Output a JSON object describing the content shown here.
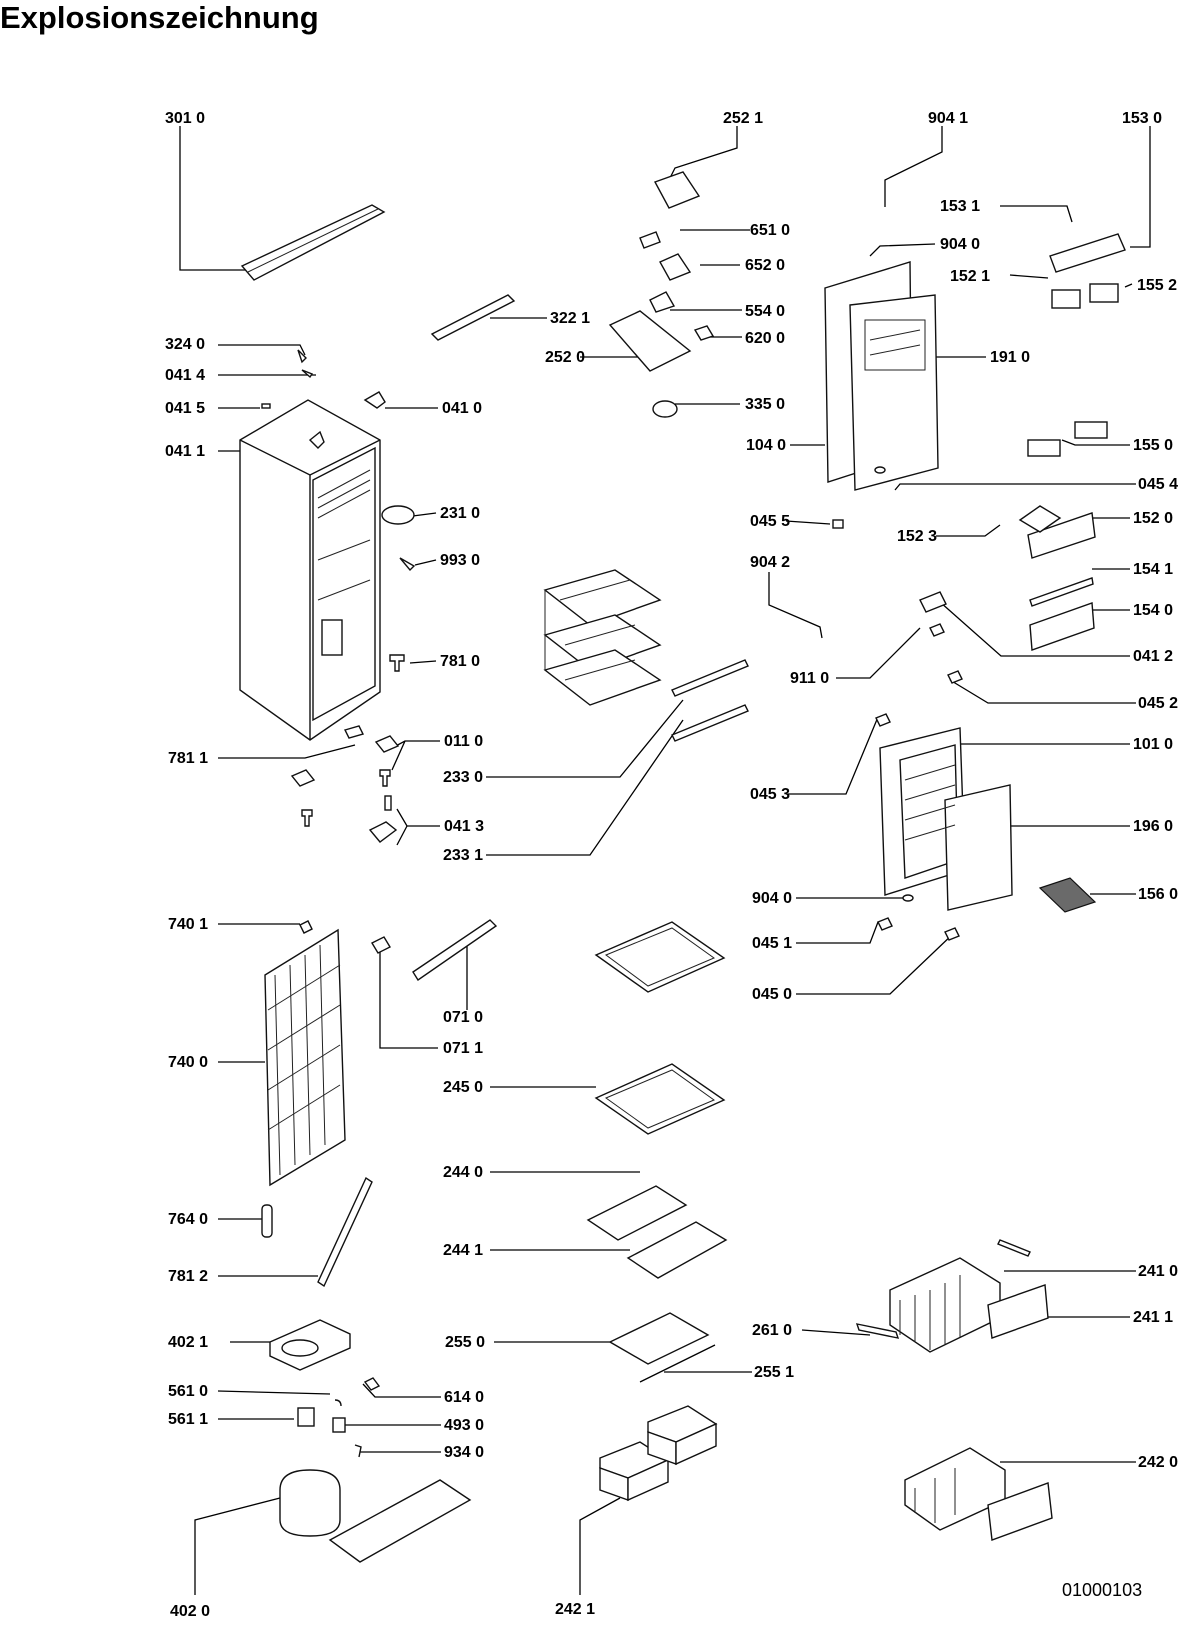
{
  "title": "Explosionszeichnung",
  "doc_id": "01000103",
  "labels": [
    "301 0",
    "252 1",
    "904 1",
    "153 0",
    "153 1",
    "651 0",
    "904 0",
    "152 1",
    "652 0",
    "155 2",
    "322 1",
    "554 0",
    "324 0",
    "620 0",
    "252 0",
    "191 0",
    "041 4",
    "041 5",
    "041 0",
    "335 0",
    "041 1",
    "104 0",
    "155 0",
    "045 4",
    "231 0",
    "045 5",
    "152 0",
    "152 3",
    "993 0",
    "904 2",
    "154 1",
    "154 0",
    "781 0",
    "041 2",
    "911 0",
    "045 2",
    "781 1",
    "011 0",
    "101 0",
    "233 0",
    "045 3",
    "041 3",
    "196 0",
    "233 1",
    "904 0",
    "156 0",
    "740 1",
    "045 1",
    "045 0",
    "071 0",
    "071 1",
    "740 0",
    "245 0",
    "244 0",
    "764 0",
    "244 1",
    "781 2",
    "241 0",
    "261 0",
    "241 1",
    "402 1",
    "255 0",
    "255 1",
    "561 0",
    "614 0",
    "561 1",
    "493 0",
    "934 0",
    "242 0",
    "402 0",
    "242 1"
  ]
}
